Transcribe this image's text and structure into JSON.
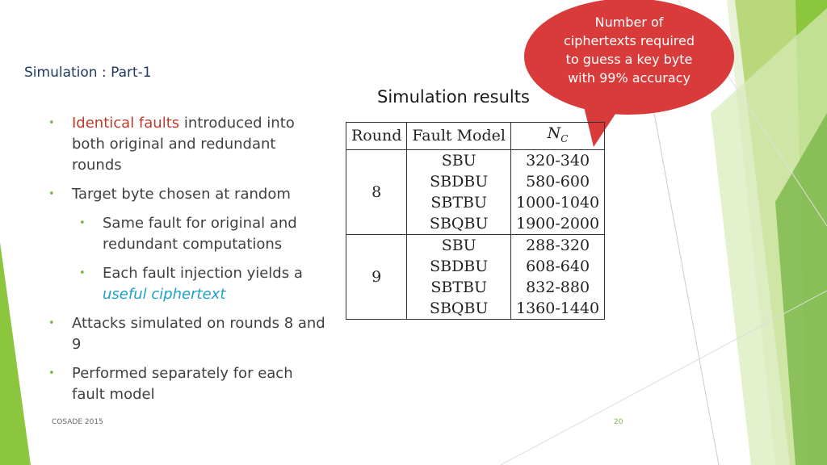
{
  "slide": {
    "title": "Simulation : Part-1",
    "results_title": "Simulation results",
    "footer": "COSADE 2015",
    "page_number": "20",
    "callout": "Number of ciphertexts required to guess a key byte with 99% accuracy"
  },
  "bullets": [
    {
      "highlight": "Identical faults",
      "text": " introduced into both original and redundant rounds"
    },
    {
      "text": "Target byte chosen at random"
    },
    {
      "text": "Same fault for original and redundant computations"
    },
    {
      "text": "Each fault injection yields a ",
      "link": "useful ciphertext"
    },
    {
      "text": "Attacks simulated  on rounds 8 and 9"
    },
    {
      "text": "Performed separately for each fault model"
    }
  ],
  "table": {
    "headers": [
      "Round",
      "Fault Model",
      "N_C"
    ],
    "groups": [
      {
        "round": "8",
        "rows": [
          [
            "SBU",
            "320-340"
          ],
          [
            "SBDBU",
            "580-600"
          ],
          [
            "SBTBU",
            "1000-1040"
          ],
          [
            "SBQBU",
            "1900-2000"
          ]
        ]
      },
      {
        "round": "9",
        "rows": [
          [
            "SBU",
            "288-320"
          ],
          [
            "SBDBU",
            "608-640"
          ],
          [
            "SBTBU",
            "832-880"
          ],
          [
            "SBQBU",
            "1360-1440"
          ]
        ]
      }
    ]
  },
  "colors": {
    "accent_green": "#8cc63f",
    "callout_red": "#d93a3a",
    "title_blue": "#1f3864",
    "link_blue": "#1fa0c8",
    "highlight_red": "#c0392b"
  }
}
